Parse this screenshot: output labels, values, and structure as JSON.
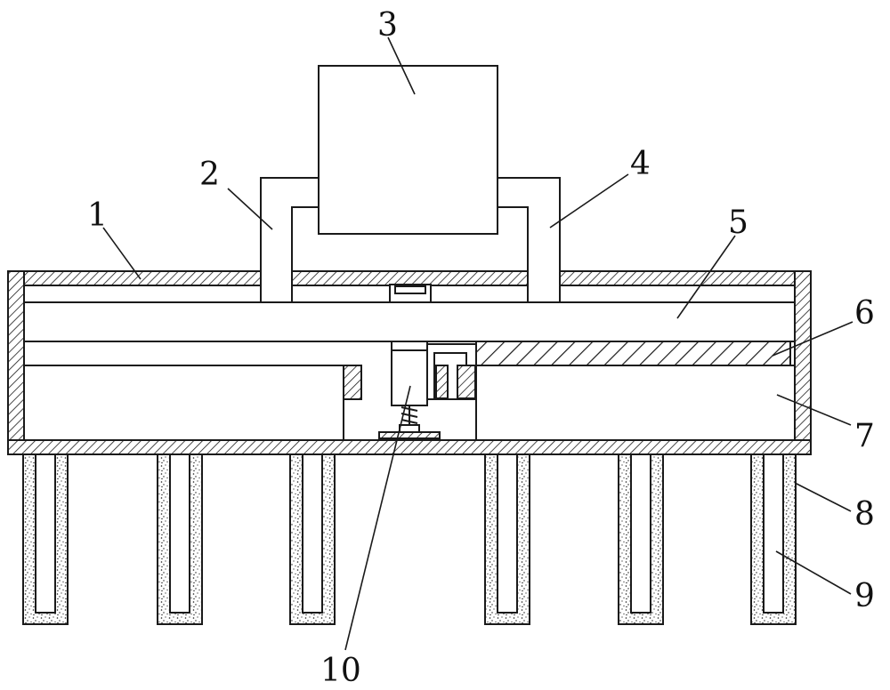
{
  "labels": {
    "l1": "1",
    "l2": "2",
    "l3": "3",
    "l4": "4",
    "l5": "5",
    "l6": "6",
    "l7": "7",
    "l8": "8",
    "l9": "9",
    "l10": "10"
  },
  "colors": {
    "line": "#1a1a1a",
    "background": "#ffffff"
  }
}
